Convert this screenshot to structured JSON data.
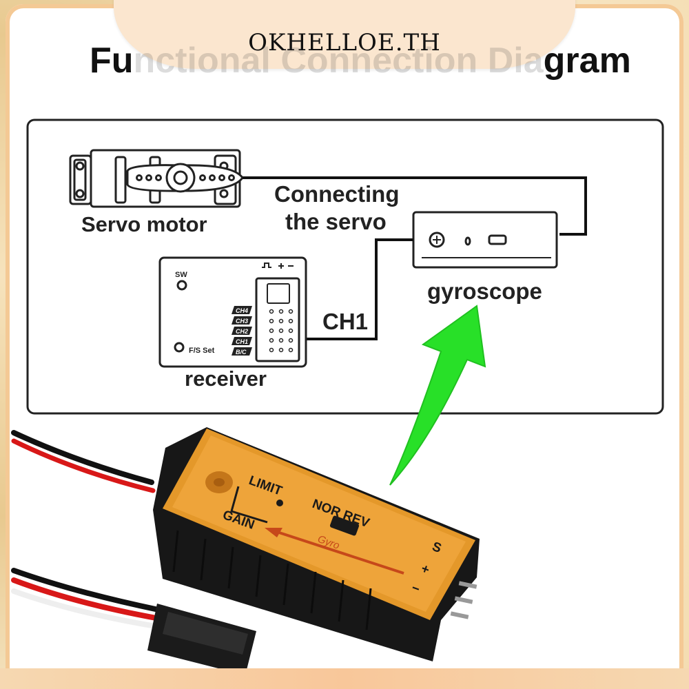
{
  "brand": "OKHELLOE.TH",
  "title": {
    "start": "Fu",
    "hidden": "nctional Connection Dia",
    "end": "gram"
  },
  "diagram": {
    "servo_label": "Servo motor",
    "connecting_label_line1": "Connecting",
    "connecting_label_line2": "the servo",
    "gyro_label": "gyroscope",
    "ch1_label": "CH1",
    "receiver_label": "receiver",
    "receiver_sw": "SW",
    "receiver_fs": "F/S Set",
    "channels": [
      "CH4",
      "CH3",
      "CH2",
      "CH1",
      "B/C"
    ]
  },
  "device": {
    "limit_label": "LIMIT",
    "gain_label": "GAIN",
    "norrev_label": "NOR REV",
    "gyro_text": "Gyro",
    "pin_s": "S",
    "pin_plus": "+",
    "pin_minus": "−"
  },
  "colors": {
    "arrow": "#22dd22",
    "device_face": "#e8a030",
    "device_body": "#1a1a1a"
  }
}
